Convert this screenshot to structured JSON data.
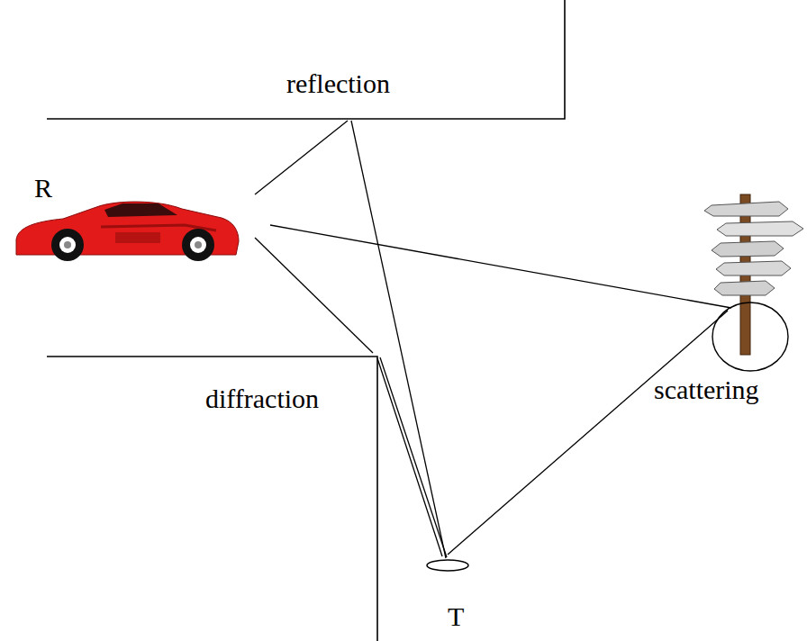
{
  "diagram": {
    "labels": [
      "reflection",
      "R",
      "diffraction",
      "scattering",
      "T"
    ]
  }
}
